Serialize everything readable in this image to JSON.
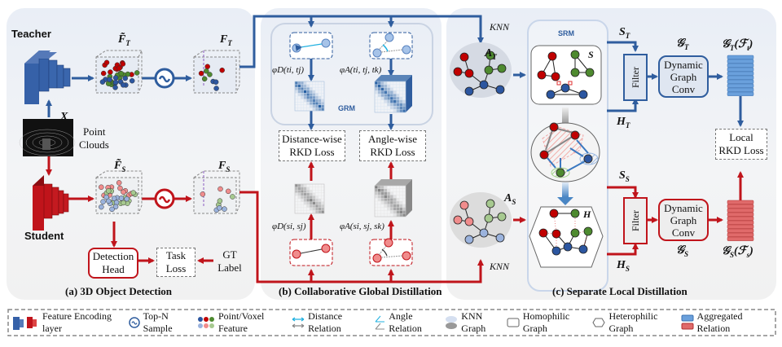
{
  "panels": {
    "a": {
      "caption": "(a) 3D Object Detection"
    },
    "b": {
      "caption": "(b) Collaborative Global Distillation"
    },
    "c": {
      "caption": "(c) Separate Local Distillation"
    }
  },
  "detection": {
    "teacher_label": "Teacher",
    "student_label": "Student",
    "input_symbol": "X",
    "point_clouds_label_1": "Point",
    "point_clouds_label_2": "Clouds",
    "teacher_raw_feature": "F̃T",
    "teacher_sampled_feature": "FT",
    "student_raw_feature": "F̃S",
    "student_sampled_feature": "FS",
    "detection_head_1": "Detection",
    "detection_head_2": "Head",
    "task_loss_1": "Task",
    "task_loss_2": "Loss",
    "gt_label_1": "GT",
    "gt_label_2": "Label"
  },
  "global": {
    "grm_label": "GRM",
    "teacher_distance_fn": "φD(ti, tj)",
    "teacher_angle_fn": "φA(ti, tj, tk)",
    "student_distance_fn": "φD(si, sj)",
    "student_angle_fn": "φA(si, sj, sk)",
    "distance_loss_1": "Distance-wise",
    "distance_loss_2": "RKD Loss",
    "angle_loss_1": "Angle-wise",
    "angle_loss_2": "RKD Loss"
  },
  "local": {
    "knn_teacher": "KNN",
    "knn_student": "KNN",
    "teacher_adj": "AT",
    "student_adj": "AS",
    "srm_label": "SRM",
    "homophilic_symbol": "S",
    "heterophilic_symbol": "H",
    "teacher_s": "ST",
    "teacher_h": "HT",
    "student_s": "SS",
    "student_h": "HS",
    "filter_label": "Filter",
    "dgc_1": "Dynamic",
    "dgc_2": "Graph",
    "dgc_3": "Conv",
    "teacher_graph": "GT",
    "student_graph": "GS",
    "teacher_output": "GT(Ft)",
    "student_output": "GS(Fs)",
    "local_loss_1": "Local",
    "local_loss_2": "RKD Loss"
  },
  "legend": [
    {
      "icon": "feature-encoding-icon",
      "label": "Feature Encoding layer"
    },
    {
      "icon": "top-n-sample-icon",
      "label": "Top-N Sample"
    },
    {
      "icon": "point-voxel-feature-icon",
      "label": "Point/Voxel Feature"
    },
    {
      "icon": "distance-relation-icon",
      "label": "Distance Relation"
    },
    {
      "icon": "angle-relation-icon",
      "label": "Angle Relation"
    },
    {
      "icon": "knn-graph-icon",
      "label": "KNN Graph"
    },
    {
      "icon": "homophilic-graph-icon",
      "label": "Homophilic Graph"
    },
    {
      "icon": "heterophilic-graph-icon",
      "label": "Heterophilic Graph"
    },
    {
      "icon": "aggregated-relation-icon",
      "label": "Aggregated Relation"
    }
  ],
  "colors": {
    "teacher_blue": "#2f5d9e",
    "student_red": "#c0141b",
    "node_red": "#c00000",
    "node_green": "#4e8a2f",
    "node_blue": "#2c56a0"
  }
}
